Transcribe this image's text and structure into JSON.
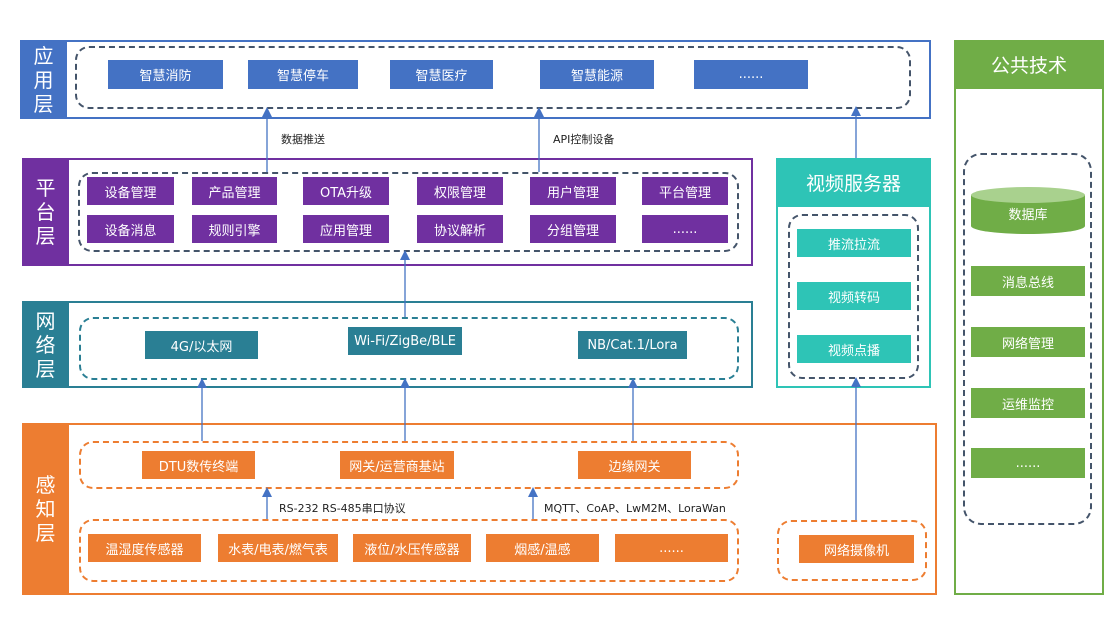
{
  "colors": {
    "app": "#4472C4",
    "platform": "#7030A0",
    "network": "#2A7F94",
    "perception": "#ED7D31",
    "video": "#2EC4B6",
    "public": "#70AD47",
    "dash": "#44546A",
    "arrow": "#4472C4"
  },
  "layers": {
    "app": {
      "label": [
        "应",
        "用",
        "层"
      ],
      "items": [
        "智慧消防",
        "智慧停车",
        "智慧医疗",
        "智慧能源",
        "......"
      ]
    },
    "platform": {
      "label": [
        "平",
        "台",
        "层"
      ],
      "row1": [
        "设备管理",
        "产品管理",
        "OTA升级",
        "权限管理",
        "用户管理",
        "平台管理"
      ],
      "row2": [
        "设备消息",
        "规则引擎",
        "应用管理",
        "协议解析",
        "分组管理",
        "......"
      ]
    },
    "network": {
      "label": [
        "网",
        "络",
        "层"
      ],
      "items": [
        "4G/以太网",
        "Wi-Fi/ZigBe/BLE",
        "NB/Cat.1/Lora"
      ]
    },
    "perception": {
      "label": [
        "感",
        "知",
        "层"
      ],
      "row1": [
        "DTU数传终端",
        "网关/运营商基站",
        "边缘网关"
      ],
      "row2": [
        "温湿度传感器",
        "水表/电表/燃气表",
        "液位/水压传感器",
        "烟感/温感",
        "......"
      ]
    }
  },
  "video": {
    "title": "视频服务器",
    "items": [
      "推流拉流",
      "视频转码",
      "视频点播"
    ],
    "camera": "网络摄像机"
  },
  "public": {
    "title": "公共技术",
    "database": "数据库",
    "items": [
      "消息总线",
      "网络管理",
      "运维监控",
      "......"
    ]
  },
  "annotations": {
    "data_push": "数据推送",
    "api_control": "API控制设备",
    "serial": "RS-232 RS-485串口协议",
    "protocols": "MQTT、CoAP、LwM2M、LoraWan"
  }
}
